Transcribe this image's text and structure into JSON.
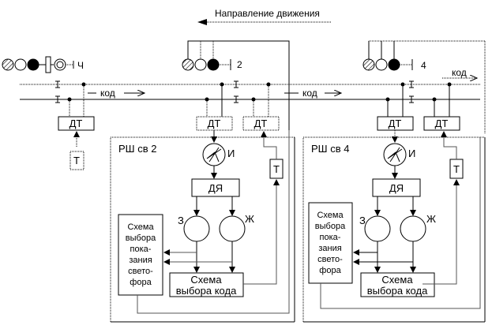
{
  "diagram": {
    "direction_label": "Направление движения",
    "signals": [
      {
        "id": "signal-ch",
        "label": "Ч"
      },
      {
        "id": "signal-2",
        "label": "2"
      },
      {
        "id": "signal-4",
        "label": "4"
      }
    ],
    "code_labels": [
      "код",
      "код",
      "код"
    ],
    "track_devices": {
      "dt": "ДТ",
      "t": "Т"
    },
    "cabinets": [
      {
        "title": "РШ св 2",
        "indicator_label": "И",
        "relay_dy": "ДЯ",
        "relay_z": "З",
        "relay_zh": "Ж",
        "signal_select_lines": [
          "Схема",
          "выбора",
          "пока-",
          "зания",
          "свето-",
          "фора"
        ],
        "code_select_lines": [
          "Схема",
          "выбора кода"
        ],
        "transmitter": "Т"
      },
      {
        "title": "РШ св 4",
        "indicator_label": "И",
        "relay_dy": "ДЯ",
        "relay_z": "З",
        "relay_zh": "Ж",
        "signal_select_lines": [
          "Схема",
          "выбора",
          "пока-",
          "зания",
          "свето-",
          "фора"
        ],
        "code_select_lines": [
          "Схема",
          "выбора кода"
        ],
        "transmitter": "Т"
      }
    ]
  }
}
